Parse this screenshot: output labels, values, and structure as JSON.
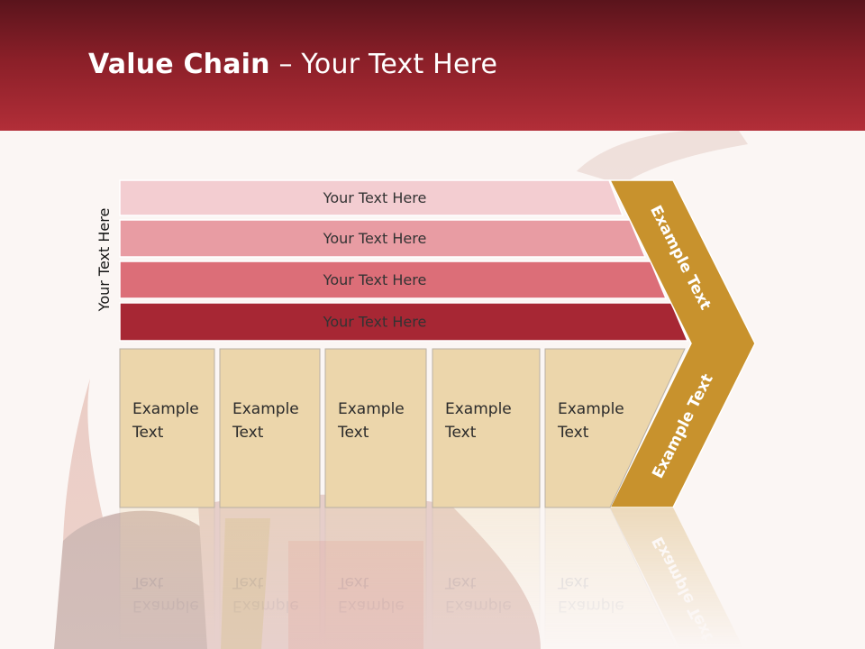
{
  "slide": {
    "title_bold": "Value Chain",
    "title_rest": " – Your Text Here",
    "side_label": "Your Text Here"
  },
  "diagram": {
    "bars": [
      {
        "label": "Your Text Here",
        "color": "#f3cdd1"
      },
      {
        "label": "Your Text Here",
        "color": "#e89ca3"
      },
      {
        "label": "Your Text Here",
        "color": "#dc6e78"
      },
      {
        "label": "Your Text Here",
        "color": "#a72734"
      }
    ],
    "cells": [
      {
        "line1": "Example",
        "line2": "Text"
      },
      {
        "line1": "Example",
        "line2": "Text"
      },
      {
        "line1": "Example",
        "line2": "Text"
      },
      {
        "line1": "Example",
        "line2": "Text"
      },
      {
        "line1": "Example",
        "line2": "Text"
      }
    ],
    "chevron": {
      "upper_label": "Example Text",
      "lower_label": "Example Text",
      "color": "#c8922d",
      "cell_color": "#ecd6ab"
    }
  }
}
